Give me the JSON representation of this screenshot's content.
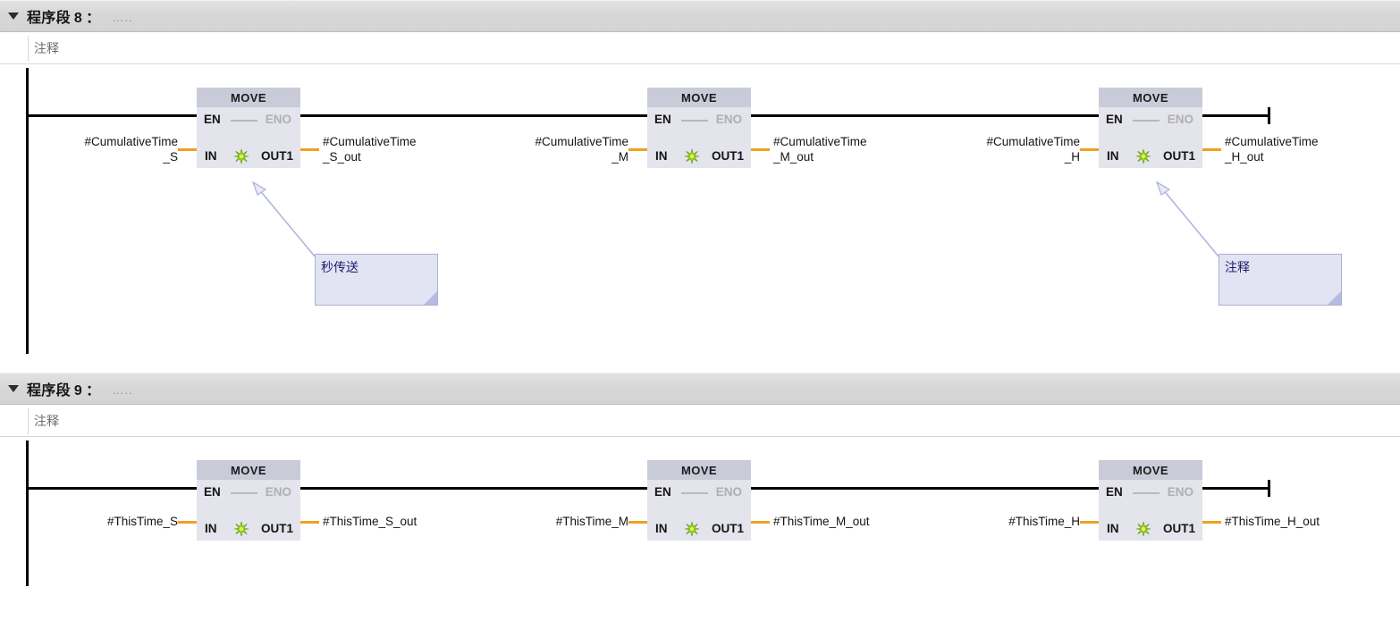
{
  "meta": {
    "app": "TIA Portal LAD editor",
    "accent_wire": "#f0a020",
    "block_header_color": "#c9cbd9",
    "block_body_color": "#e3e4ec",
    "callout_fill": "#e2e4f3",
    "callout_border": "#a9afd6",
    "callout_text_color": "#1c1c6e"
  },
  "networks": [
    {
      "id": "network-8",
      "title_prefix": "程序段",
      "number": "8",
      "colon": "：",
      "dots": "…..",
      "comment_placeholder": "注释",
      "blocks": [
        {
          "name": "MOVE",
          "title": "MOVE",
          "en": "EN",
          "eno": "ENO",
          "in": "IN",
          "out": "OUT1",
          "in_operand_line1": "#CumulativeTime",
          "in_operand_line2": "_S",
          "out_operand_line1": "#CumulativeTime",
          "out_operand_line2": "_S_out"
        },
        {
          "name": "MOVE",
          "title": "MOVE",
          "en": "EN",
          "eno": "ENO",
          "in": "IN",
          "out": "OUT1",
          "in_operand_line1": "#CumulativeTime",
          "in_operand_line2": "_M",
          "out_operand_line1": "#CumulativeTime",
          "out_operand_line2": "_M_out"
        },
        {
          "name": "MOVE",
          "title": "MOVE",
          "en": "EN",
          "eno": "ENO",
          "in": "IN",
          "out": "OUT1",
          "in_operand_line1": "#CumulativeTime",
          "in_operand_line2": "_H",
          "out_operand_line1": "#CumulativeTime",
          "out_operand_line2": "_H_out"
        }
      ],
      "callouts": [
        {
          "text": "秒传送"
        },
        {
          "text": "注释"
        }
      ]
    },
    {
      "id": "network-9",
      "title_prefix": "程序段",
      "number": "9",
      "colon": "：",
      "dots": "…..",
      "comment_placeholder": "注释",
      "blocks": [
        {
          "name": "MOVE",
          "title": "MOVE",
          "en": "EN",
          "eno": "ENO",
          "in": "IN",
          "out": "OUT1",
          "in_operand_line1": "#ThisTime_S",
          "in_operand_line2": "",
          "out_operand_line1": "#ThisTime_S_out",
          "out_operand_line2": ""
        },
        {
          "name": "MOVE",
          "title": "MOVE",
          "en": "EN",
          "eno": "ENO",
          "in": "IN",
          "out": "OUT1",
          "in_operand_line1": "#ThisTime_M",
          "in_operand_line2": "",
          "out_operand_line1": "#ThisTime_M_out",
          "out_operand_line2": ""
        },
        {
          "name": "MOVE",
          "title": "MOVE",
          "en": "EN",
          "eno": "ENO",
          "in": "IN",
          "out": "OUT1",
          "in_operand_line1": "#ThisTime_H",
          "in_operand_line2": "",
          "out_operand_line1": "#ThisTime_H_out",
          "out_operand_line2": ""
        }
      ],
      "callouts": []
    }
  ]
}
